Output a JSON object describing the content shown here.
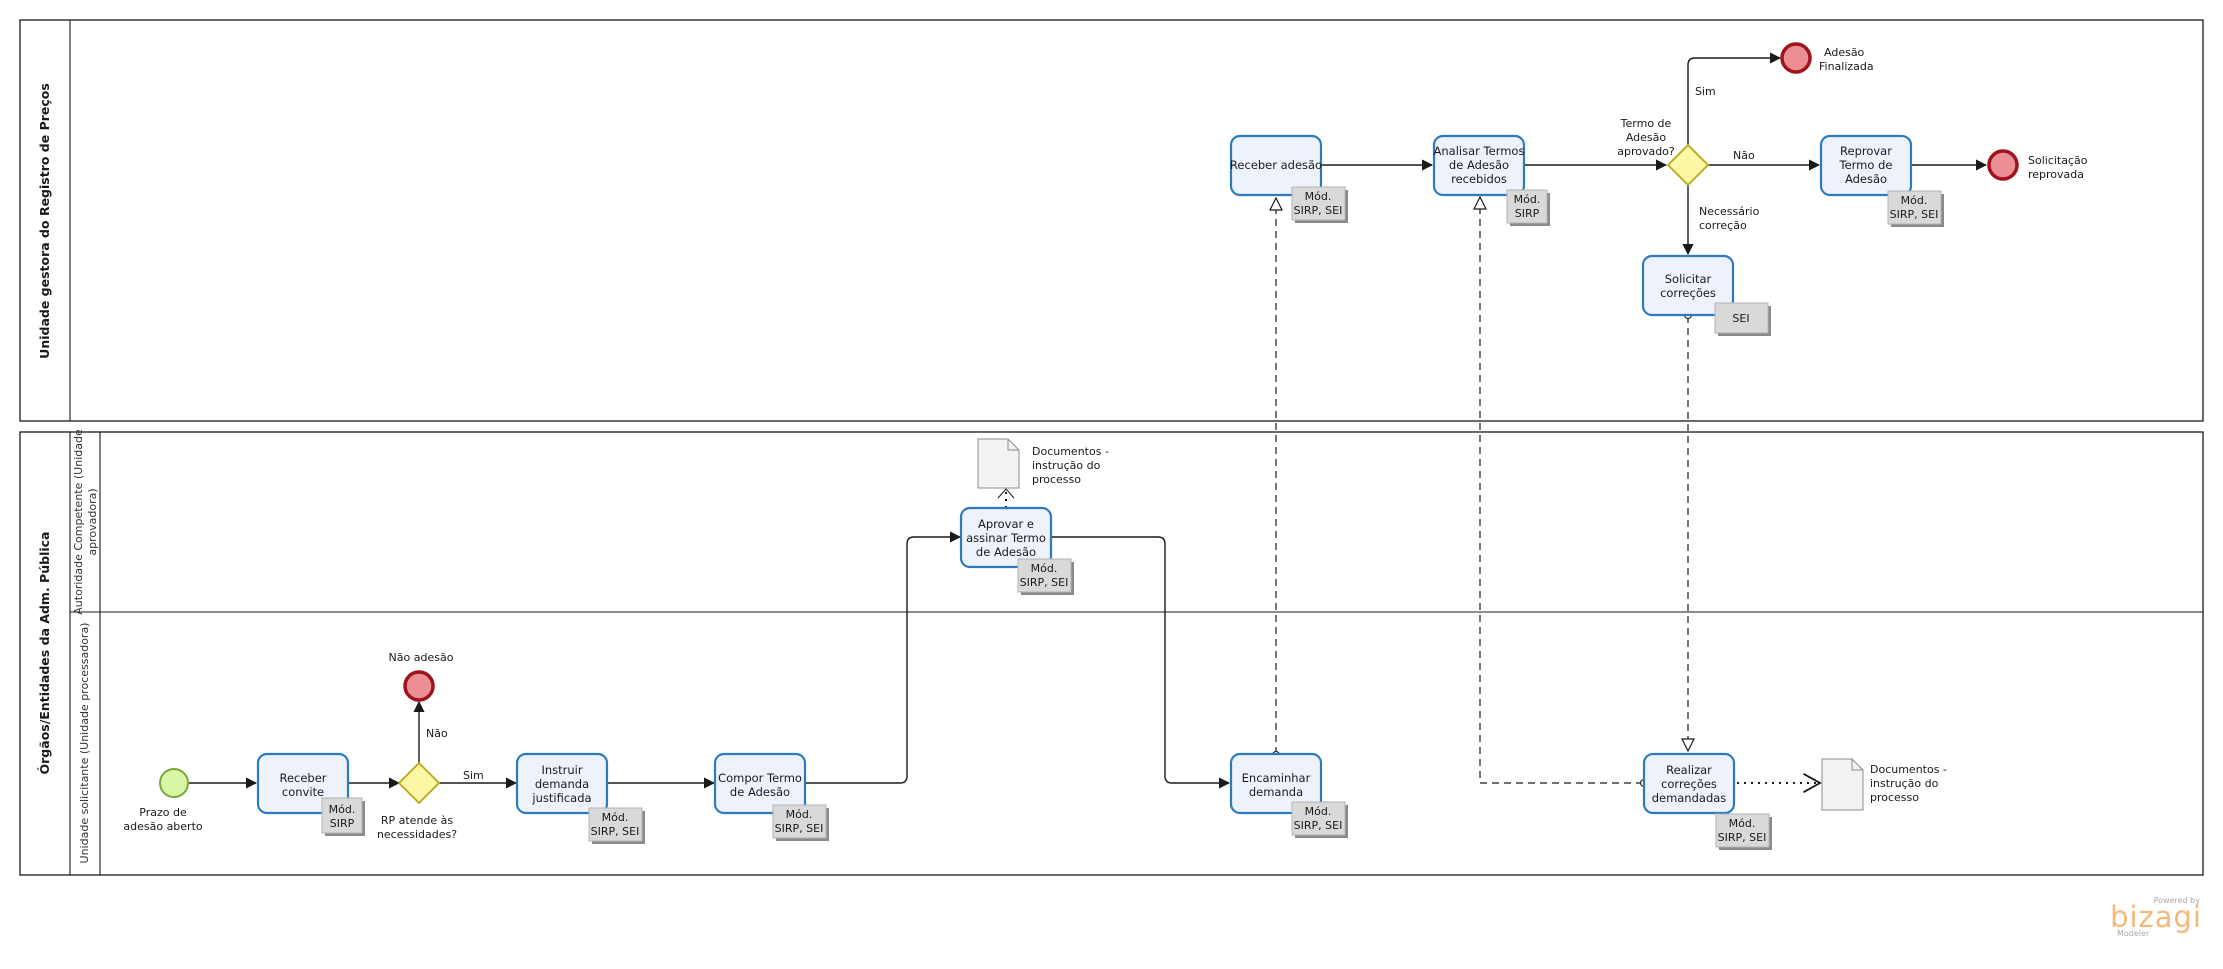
{
  "pools": {
    "top": {
      "title": "Unidade gestora do Registro de Preços"
    },
    "bottom": {
      "title": "Órgãos/Entidades da Adm. Pública",
      "lane_aprovadora": [
        "Autoridade Competente (Unidade",
        "aprovadora)"
      ],
      "lane_processadora": "Unidade solicitante (Unidade processadora)"
    }
  },
  "events": {
    "start": [
      "Prazo de",
      "adesão aberto"
    ],
    "nao_adesao": "Não adesão",
    "adesao_finalizada": [
      "Adesão",
      "Finalizada"
    ],
    "solicitacao_reprovada": [
      "Solicitação",
      "reprovada"
    ]
  },
  "gateways": {
    "rp": [
      "RP atende às",
      "necessidades?"
    ],
    "termo": [
      "Termo de",
      "Adesão",
      "aprovado?"
    ]
  },
  "tasks": {
    "receber_convite": [
      "Receber",
      "convite"
    ],
    "instruir": [
      "Instruir",
      "demanda",
      "justificada"
    ],
    "compor": [
      "Compor Termo",
      "de Adesão"
    ],
    "aprovar": [
      "Aprovar e",
      "assinar Termo",
      "de Adesão"
    ],
    "encaminhar": [
      "Encaminhar",
      "demanda"
    ],
    "realizar": [
      "Realizar",
      "correções",
      "demandadas"
    ],
    "receber_adesao": [
      "Receber adesão"
    ],
    "analisar": [
      "Analisar Termos",
      "de Adesão",
      "recebidos"
    ],
    "reprovar": [
      "Reprovar",
      "Termo de",
      "Adesão"
    ],
    "solicitar": [
      "Solicitar",
      "correções"
    ]
  },
  "annotations": {
    "receber_convite": [
      "Mód.",
      "SIRP"
    ],
    "instruir": [
      "Mód.",
      "SIRP, SEI"
    ],
    "compor": [
      "Mód.",
      "SIRP, SEI"
    ],
    "aprovar": [
      "Mód.",
      "SIRP, SEI"
    ],
    "encaminhar": [
      "Mód.",
      "SIRP, SEI"
    ],
    "realizar": [
      "Mód.",
      "SIRP, SEI"
    ],
    "receber_adesao": [
      "Mód.",
      "SIRP, SEI"
    ],
    "analisar": [
      "Mód.",
      "SIRP"
    ],
    "reprovar": [
      "Mód.",
      "SIRP, SEI"
    ],
    "solicitar": [
      "SEI"
    ]
  },
  "documents": {
    "doc1": [
      "Documentos -",
      "instrução do",
      "processo"
    ],
    "doc2": [
      "Documentos -",
      "instrução do",
      "processo"
    ]
  },
  "flow_labels": {
    "sim_rp": "Sim",
    "nao_rp": "Não",
    "sim_termo": "Sim",
    "nao_termo": "Não",
    "necessario_correcao": [
      "Necessário",
      "correção"
    ]
  },
  "watermark": {
    "powered": "Powered by",
    "brand": "bizagi",
    "product": "Modeler"
  },
  "colors": {
    "task_border": "#2c7bbf",
    "task_fill": "#eef3fb",
    "start_fill": "#d9f5a6",
    "end_fill": "#ec8f94",
    "end_border": "#a0121c",
    "gateway_fill": "#fbf7a4",
    "annotation_fill": "#d9d9d9",
    "brand_orange": "#f5b877"
  }
}
